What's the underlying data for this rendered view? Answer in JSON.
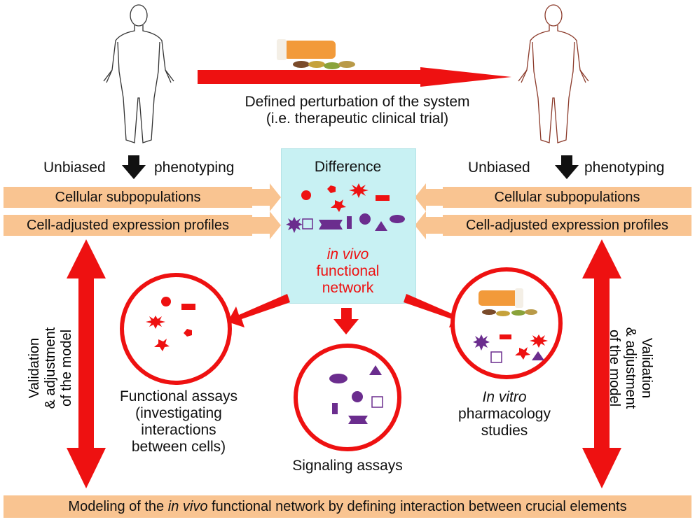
{
  "top": {
    "perturbation_line1": "Defined perturbation of the system",
    "perturbation_line2": "(i.e. therapeutic clinical trial)"
  },
  "left_side": {
    "unbiased": "Unbiased",
    "phenotyping": "phenotyping",
    "band1": "Cellular subpopulations",
    "band2": "Cell-adjusted expression profiles",
    "validation_line1": "Validation",
    "validation_line2": "& adjustment",
    "validation_line3": "of the model"
  },
  "right_side": {
    "unbiased": "Unbiased",
    "phenotyping": "phenotyping",
    "band1": "Cellular subpopulations",
    "band2": "Cell-adjusted expression profiles",
    "validation_line1": "Validation",
    "validation_line2": "& adjustment",
    "validation_line3": "of the model"
  },
  "center_box": {
    "title": "Difference",
    "network_italic": "in vivo",
    "network_line2": "functional",
    "network_line3": "network"
  },
  "assays": {
    "functional_line1": "Functional assays",
    "functional_line2": "(investigating",
    "functional_line3": "interactions",
    "functional_line4": "between cells)",
    "signaling": "Signaling assays",
    "invitro_italic": "In vitro",
    "invitro_line2": "pharmacology",
    "invitro_line3": "studies"
  },
  "bottom": {
    "prefix": "Modeling of the ",
    "italic": "in vivo",
    "suffix": " functional network by defining interaction between crucial elements"
  },
  "colors": {
    "arrow_red": "#ee1111",
    "band_orange": "#f9c491",
    "box_cyan": "#c8f1f3",
    "purple": "#6b2d8e"
  },
  "icons": [
    "human-outline-icon",
    "treated-human-outline-icon",
    "pill-bottle-icon",
    "down-arrow-icon",
    "circle-cell-icon"
  ]
}
